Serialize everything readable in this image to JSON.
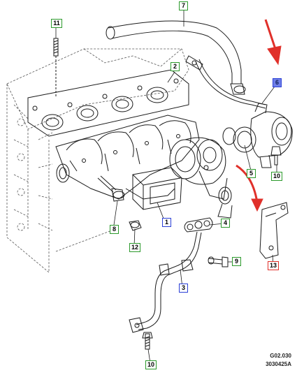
{
  "callouts": [
    {
      "label": "1",
      "color": "#2a3fd6"
    },
    {
      "label": "2",
      "color": "#2c9a2c"
    },
    {
      "label": "3",
      "color": "#2a3fd6"
    },
    {
      "label": "4",
      "color": "#2c9a2c"
    },
    {
      "label": "5",
      "color": "#2c9a2c"
    },
    {
      "label": "6",
      "color": "#2a3fd6"
    },
    {
      "label": "7",
      "color": "#2c9a2c"
    },
    {
      "label": "8",
      "color": "#2c9a2c"
    },
    {
      "label": "9",
      "color": "#2c9a2c"
    },
    {
      "label": "10",
      "color": "#2c9a2c"
    },
    {
      "label": "10",
      "color": "#2c9a2c"
    },
    {
      "label": "11",
      "color": "#2c9a2c"
    },
    {
      "label": "12",
      "color": "#2c9a2c"
    },
    {
      "label": "13",
      "color": "#e0302a"
    }
  ],
  "reference": {
    "code": "G02.030",
    "number": "3030425A"
  },
  "colors": {
    "line": "#1a1a1a",
    "dashed_block": "#555555",
    "callout_green": "#2c9a2c",
    "callout_blue": "#2a3fd6",
    "highlight_red": "#e0302a"
  }
}
